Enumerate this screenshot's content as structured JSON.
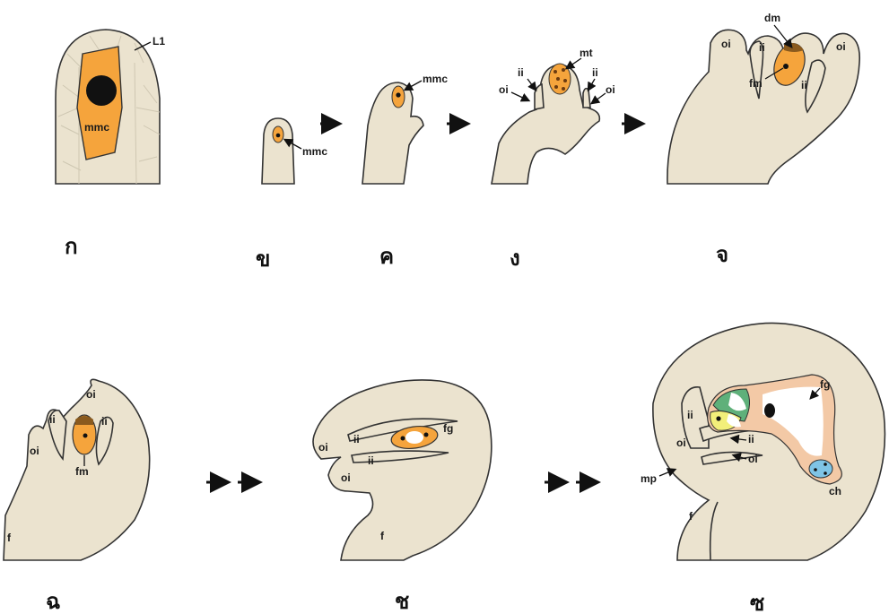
{
  "colors": {
    "tissue": "#ebe3cf",
    "megaspore": "#f5a43c",
    "nucleus": "#111111",
    "egg_apparatus": "#f2ef7a",
    "synergid": "#5fb07a",
    "central_cell": "#f3c9a6",
    "antipodal": "#7fc4e6"
  },
  "panels": {
    "a": {
      "caption": "ก",
      "labels": {
        "l1": "L1",
        "mmc": "mmc"
      }
    },
    "b": {
      "caption": "ข",
      "labels": {
        "mmc": "mmc"
      }
    },
    "c": {
      "caption": "ค",
      "labels": {
        "mmc": "mmc"
      }
    },
    "d": {
      "caption": "ง",
      "labels": {
        "mt": "mt",
        "ii_left": "ii",
        "oi_left": "oi",
        "ii_right": "ii",
        "oi_right": "oi"
      }
    },
    "e": {
      "caption": "จ",
      "labels": {
        "dm": "dm",
        "fm": "fm",
        "oi_left": "oi",
        "ii_left": "ii",
        "oi_right": "oi",
        "ii_right": "ii"
      }
    },
    "f": {
      "caption": "ฉ",
      "labels": {
        "oi_top": "oi",
        "ii_left": "ii",
        "ii_right": "ii",
        "oi_left": "oi",
        "fm": "fm",
        "f": "f"
      }
    },
    "g": {
      "caption": "ช",
      "labels": {
        "fg": "fg",
        "oi_top": "oi",
        "ii_top": "ii",
        "ii_bottom": "ii",
        "oi_bottom": "oi",
        "f": "f"
      }
    },
    "h": {
      "caption": "ซ",
      "labels": {
        "fg": "fg",
        "ii_left": "ii",
        "oi_left": "oi",
        "mp": "mp",
        "ii_right": "ii",
        "oi_right": "oi",
        "ch": "ch",
        "f": "f"
      }
    }
  }
}
